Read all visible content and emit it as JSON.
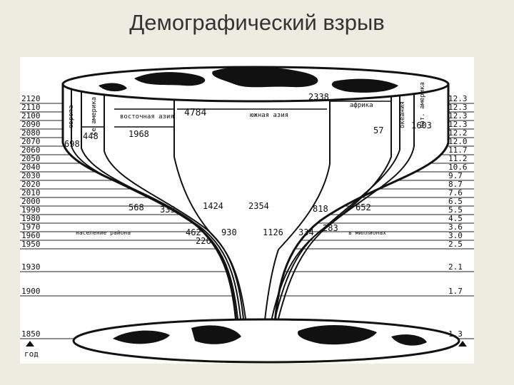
{
  "title": "Демографический взрыв",
  "years": [
    "2120",
    "2110",
    "2100",
    "2090",
    "2080",
    "2070",
    "2060",
    "2050",
    "2040",
    "2030",
    "2020",
    "2010",
    "2000",
    "1990",
    "1980",
    "1970",
    "1960",
    "1950",
    "1930",
    "1900",
    "1850"
  ],
  "year_axis_label": "год",
  "world_totals": [
    "12.3",
    "12.3",
    "12.3",
    "12.3",
    "12.2",
    "12.0",
    "11.7",
    "11.2",
    "10.6",
    "9.7",
    "8.7",
    "7.6",
    "6.5",
    "5.5",
    "4.5",
    "3.6",
    "3.0",
    "2.5",
    "2.1",
    "1.7",
    "1.3"
  ],
  "regions": {
    "europe": "европа",
    "north_america": "се америка",
    "east_asia": "восточная азия",
    "south_asia": "южная азия",
    "africa": "африка",
    "oceania": "океания",
    "latin_america": "лат. америка"
  },
  "top_values": {
    "europe_na_a": "448",
    "europe_na_b": "698",
    "east_asia": "1968",
    "south_asia": "4784",
    "africa": "2338",
    "oceania": "57",
    "latin_america": "1603"
  },
  "values_2000": {
    "a": "568",
    "b": "333",
    "c": "1424",
    "d": "2354",
    "e": "818",
    "f": "652"
  },
  "values_1970": {
    "caption_left": "население района",
    "a": "462",
    "b": "930",
    "c": "1126",
    "d": "334",
    "e": "283",
    "caption_right": "в миллионах",
    "g": "226"
  }
}
